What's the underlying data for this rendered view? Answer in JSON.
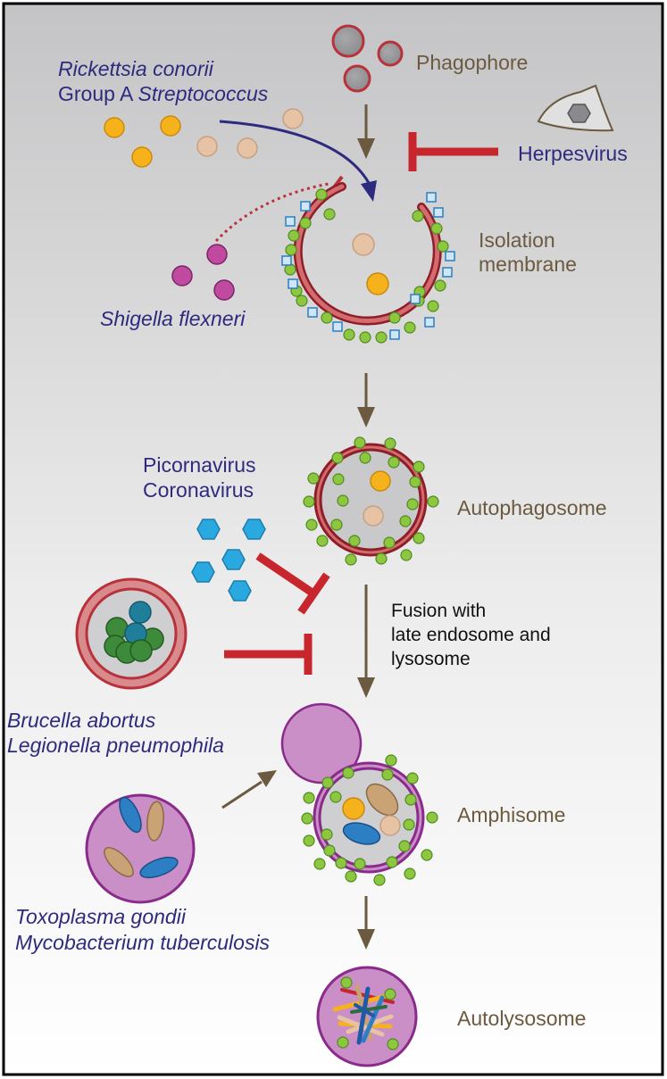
{
  "colors": {
    "stage_text": "#6b5a3f",
    "pathogen_text": "#2e2a7e",
    "arrow_brown": "#6b5a3f",
    "inhibit_red": "#c8262d",
    "membrane_red": "#b8323b",
    "membrane_purple": "#8a2a8a",
    "lc3_green": "#8dc63f",
    "atg_blue": "#2c7fc3",
    "virus_cyan": "#2aa9e0",
    "bacteria_yellow": "#f6b21a",
    "bacteria_beige": "#e6c3a5",
    "shigella_magenta": "#c04aa0",
    "vacuole_purple": "#c98fc6"
  },
  "stages": {
    "phagophore": "Phagophore",
    "isolation_line1": "Isolation",
    "isolation_line2": "membrane",
    "autophagosome": "Autophagosome",
    "amphisome": "Amphisome",
    "autolysosome": "Autolysosome"
  },
  "pathogens": {
    "rickettsia": "Rickettsia conorii",
    "gas_prefix": "Group A ",
    "gas_genus": "Streptococcus",
    "herpesvirus": "Herpesvirus",
    "shigella": "Shigella flexneri",
    "picornavirus": "Picornavirus",
    "coronavirus": "Coronavirus",
    "brucella": "Brucella abortus",
    "legionella": "Legionella pneumophila",
    "toxoplasma": "Toxoplasma gondii",
    "mycobacterium": "Mycobacterium tuberculosis"
  },
  "fusion_note": {
    "line1": "Fusion with",
    "line2": "late endosome and",
    "line3": "lysosome"
  },
  "icons": {
    "herpes_cell": "herpesvirus-cell-icon",
    "virus": "hexagon-virion-icon",
    "inhibit": "t-bar-inhibition-icon",
    "arrow": "progression-arrow-icon"
  }
}
